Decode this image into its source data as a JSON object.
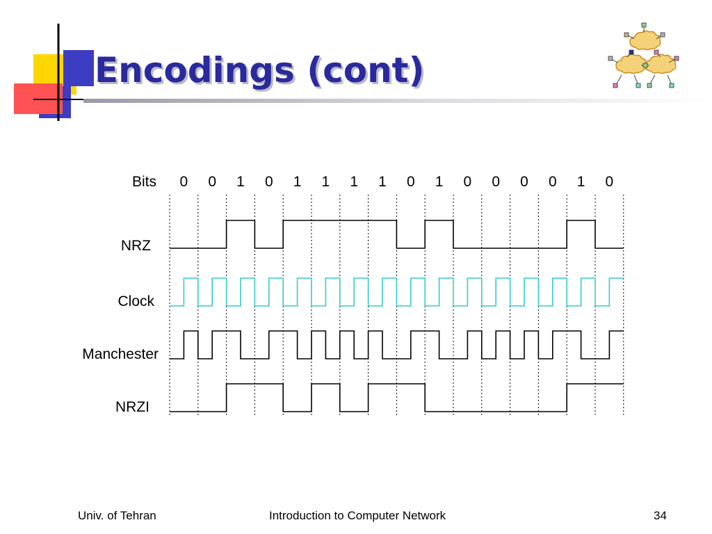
{
  "slide": {
    "title": "Encodings (cont)",
    "footer": {
      "left": "Univ. of Tehran",
      "center": "Introduction to Computer Network",
      "page": "34"
    }
  },
  "logo": {
    "icon": "network-clouds-icon"
  },
  "diagram": {
    "bits_label": "Bits",
    "bits": [
      "0",
      "0",
      "1",
      "0",
      "1",
      "1",
      "1",
      "1",
      "0",
      "1",
      "0",
      "0",
      "0",
      "0",
      "1",
      "0"
    ],
    "signals": [
      {
        "key": "nrz",
        "label": "NRZ",
        "color": "#000000",
        "levels": [
          0,
          0,
          1,
          0,
          1,
          1,
          1,
          1,
          0,
          1,
          0,
          0,
          0,
          0,
          1,
          0
        ]
      },
      {
        "key": "clock",
        "label": "Clock",
        "color": "#33cccc",
        "levels": [
          0,
          1,
          0,
          1,
          0,
          1,
          0,
          1,
          0,
          1,
          0,
          1,
          0,
          1,
          0,
          1,
          0,
          1,
          0,
          1,
          0,
          1,
          0,
          1,
          0,
          1,
          0,
          1,
          0,
          1,
          0,
          1
        ]
      },
      {
        "key": "manchester",
        "label": "Manchester",
        "color": "#000000",
        "levels": [
          0,
          1,
          0,
          1,
          1,
          0,
          0,
          1,
          1,
          0,
          1,
          0,
          1,
          0,
          1,
          0,
          0,
          1,
          1,
          0,
          0,
          1,
          0,
          1,
          0,
          1,
          0,
          1,
          1,
          0,
          0,
          1
        ]
      },
      {
        "key": "nrzi",
        "label": "NRZI",
        "color": "#000000",
        "levels": [
          0,
          0,
          1,
          1,
          0,
          1,
          0,
          1,
          1,
          0,
          0,
          0,
          0,
          0,
          1,
          1
        ]
      }
    ]
  }
}
